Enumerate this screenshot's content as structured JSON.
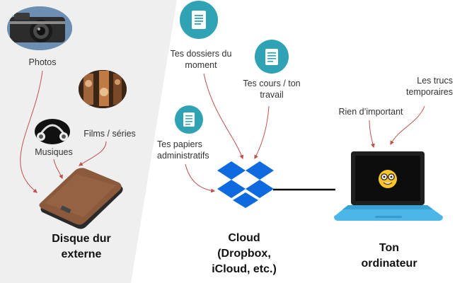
{
  "nodes": {
    "photos": "Photos",
    "films": "Films / séries",
    "musiques": "Musiques",
    "external_drive": "Disque dur\nexterne",
    "dossiers": "Tes dossiers du\nmoment",
    "cours": "Tes cours / ton\ntravail",
    "papiers": "Tes papiers\nadministratifs",
    "cloud": "Cloud\n(Dropbox,\niCloud, etc.)",
    "rien": "Rien d’important",
    "trucs": "Les trucs\ntemporaires",
    "computer": "Ton\nordinateur"
  },
  "icons": [
    "camera-photo",
    "film-reel-photo",
    "headphones-photo",
    "external-hard-drive-photo",
    "document-icon",
    "dropbox-logo",
    "laptop-icon",
    "nerd-face-emoji"
  ],
  "colors": {
    "left_panel": "#efefef",
    "arrow": "#c0504d",
    "doc_circle": "#2fa3b3",
    "dropbox_blue": "#0f6adf",
    "laptop_screen": "#4ab7e8",
    "drive_brown": "#8b5a3c"
  }
}
